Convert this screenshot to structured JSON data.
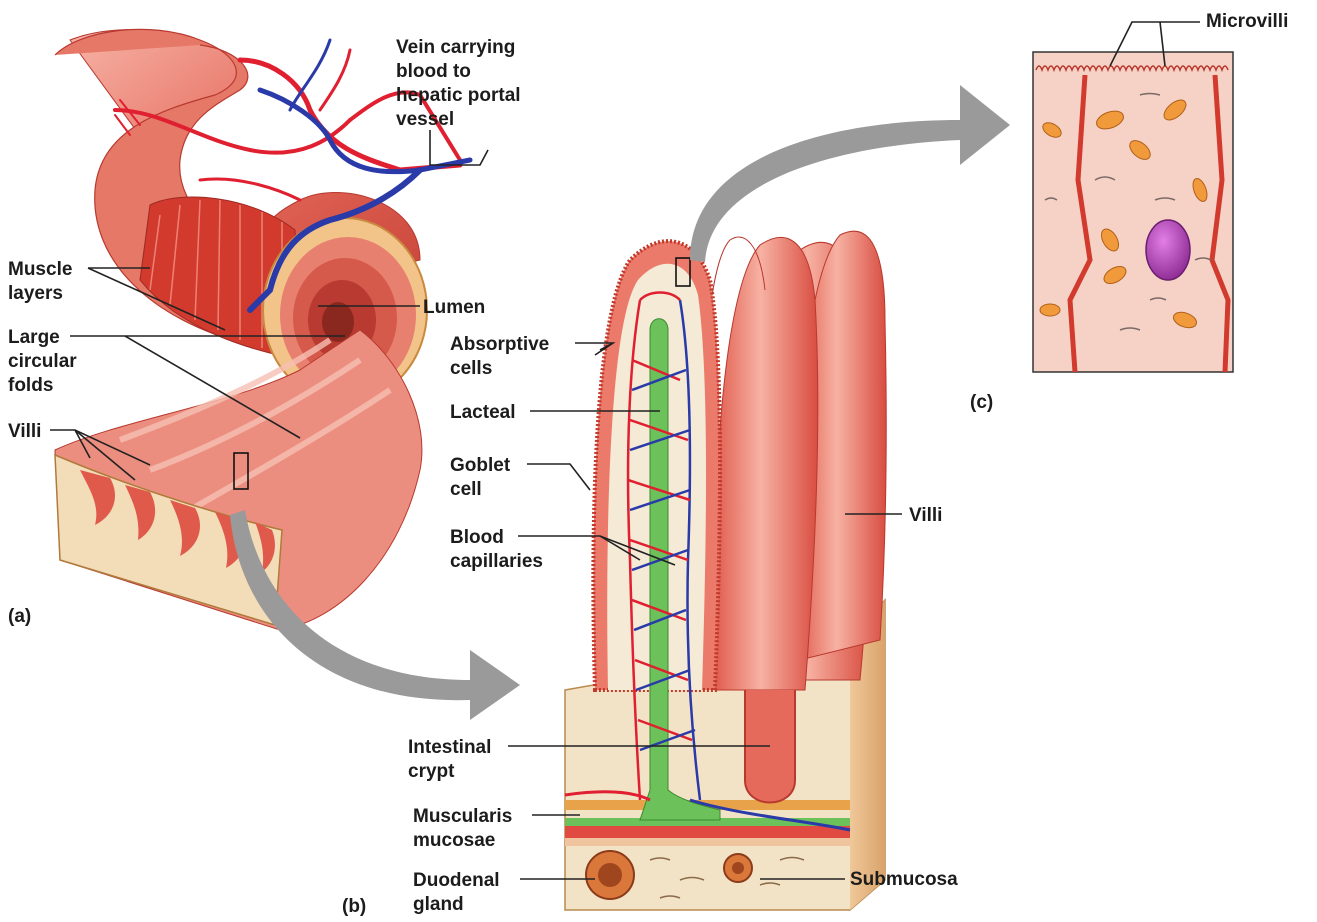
{
  "labels": {
    "vein": "Vein carrying\nblood to\nhepatic portal\nvessel",
    "muscle_layers": "Muscle\nlayers",
    "large_circular_folds": "Large\ncircular\nfolds",
    "villi_a": "Villi",
    "lumen": "Lumen",
    "absorptive_cells": "Absorptive\ncells",
    "lacteal": "Lacteal",
    "goblet_cell": "Goblet\ncell",
    "blood_capillaries": "Blood\ncapillaries",
    "villi_b": "Villi",
    "intestinal_crypt": "Intestinal\ncrypt",
    "muscularis_mucosae": "Muscularis\nmucosae",
    "duodenal_gland": "Duodenal\ngland",
    "submucosa": "Submucosa",
    "microvilli": "Microvilli"
  },
  "panels": {
    "a": "(a)",
    "b": "(b)",
    "c": "(c)"
  },
  "colors": {
    "tissue_red": "#d9534a",
    "tissue_pink": "#f2a79a",
    "artery": "#e02030",
    "vein": "#2a3aa8",
    "lacteal": "#6cc15a",
    "submucosa": "#f3e3c6",
    "nucleus": "#a23ea8",
    "arrow": "#9a9a9a"
  }
}
